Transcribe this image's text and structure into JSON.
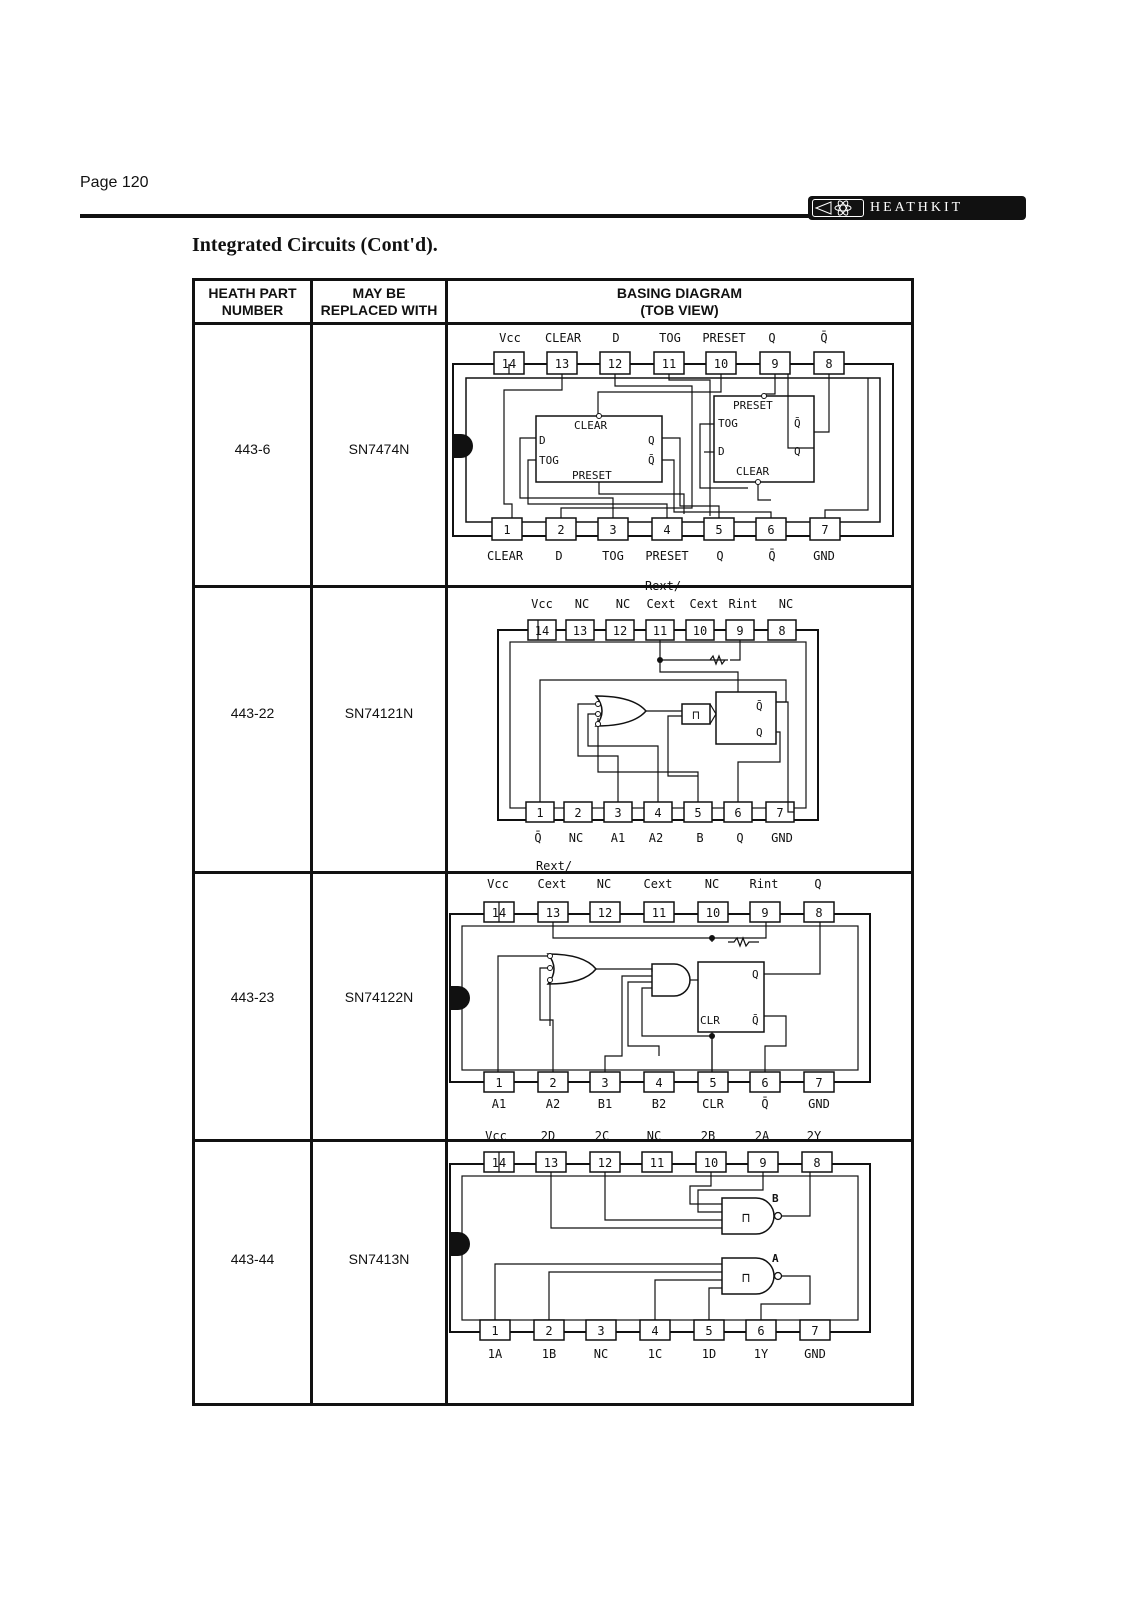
{
  "page": {
    "label": "Page 120"
  },
  "logo": {
    "text": "HEATHKIT"
  },
  "section_title": "Integrated Circuits (Cont'd).",
  "table": {
    "headers": {
      "part_line1": "HEATH PART",
      "part_line2": "NUMBER",
      "repl_line1": "MAY BE",
      "repl_line2": "REPLACED WITH",
      "diag_line1": "BASING DIAGRAM",
      "diag_line2": "(TOB VIEW)"
    },
    "rows": [
      {
        "part": "443-6",
        "replacement": "SN7474N"
      },
      {
        "part": "443-22",
        "replacement": "SN74121N"
      },
      {
        "part": "443-23",
        "replacement": "SN74122N"
      },
      {
        "part": "443-44",
        "replacement": "SN7413N"
      }
    ]
  },
  "diagrams": {
    "d1": {
      "top_labels": [
        "Vcc",
        "CLEAR",
        "D",
        "TOG",
        "PRESET",
        "Q",
        "Q̄"
      ],
      "top_pins": [
        "14",
        "13",
        "12",
        "11",
        "10",
        "9",
        "8"
      ],
      "bottom_pins": [
        "1",
        "2",
        "3",
        "4",
        "5",
        "6",
        "7"
      ],
      "bottom_labels": [
        "CLEAR",
        "D",
        "TOG",
        "PRESET",
        "Q",
        "Q̄",
        "GND"
      ],
      "ff_left": {
        "clear": "CLEAR",
        "d": "D",
        "tog": "TOG",
        "preset": "PRESET",
        "q": "Q",
        "qbar": "Q̄"
      },
      "ff_right": {
        "preset": "PRESET",
        "tog": "TOG",
        "d": "D",
        "clear": "CLEAR",
        "q": "Q",
        "qbar": "Q̄"
      }
    },
    "d2": {
      "rext_label": "Rext/",
      "top_labels": [
        "Vcc",
        "NC",
        "NC",
        "Cext",
        "Cext",
        "Rint",
        "NC"
      ],
      "top_pins": [
        "14",
        "13",
        "12",
        "11",
        "10",
        "9",
        "8"
      ],
      "bottom_pins": [
        "1",
        "2",
        "3",
        "4",
        "5",
        "6",
        "7"
      ],
      "bottom_labels": [
        "Q̄",
        "NC",
        "A1",
        "A2",
        "B",
        "Q",
        "GND"
      ],
      "ff": {
        "qbar": "Q̄",
        "q": "Q"
      }
    },
    "d3": {
      "rext_label": "Rext/",
      "top_labels": [
        "Vcc",
        "Cext",
        "NC",
        "Cext",
        "NC",
        "Rint",
        "Q"
      ],
      "top_pins": [
        "14",
        "13",
        "12",
        "11",
        "10",
        "9",
        "8"
      ],
      "bottom_pins": [
        "1",
        "2",
        "3",
        "4",
        "5",
        "6",
        "7"
      ],
      "bottom_labels": [
        "A1",
        "A2",
        "B1",
        "B2",
        "CLR",
        "Q̄",
        "GND"
      ],
      "ff": {
        "q": "Q",
        "clr": "CLR",
        "qbar": "Q̄"
      }
    },
    "d4": {
      "top_labels": [
        "Vcc",
        "2D",
        "2C",
        "NC",
        "2B",
        "2A",
        "2Y"
      ],
      "top_pins": [
        "14",
        "13",
        "12",
        "11",
        "10",
        "9",
        "8"
      ],
      "bottom_pins": [
        "1",
        "2",
        "3",
        "4",
        "5",
        "6",
        "7"
      ],
      "bottom_labels": [
        "1A",
        "1B",
        "NC",
        "1C",
        "1D",
        "1Y",
        "GND"
      ],
      "gate_b": "B",
      "gate_a": "A"
    }
  }
}
